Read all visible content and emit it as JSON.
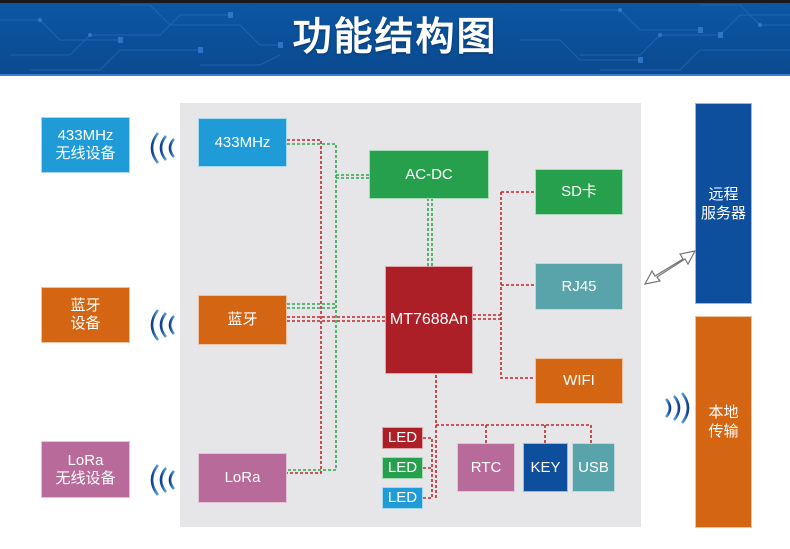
{
  "header": {
    "title": "功能结构图"
  },
  "external_devices": [
    {
      "id": "433",
      "line1": "433MHz",
      "line2": "无线设备",
      "color": "#1f9bd7"
    },
    {
      "id": "bt",
      "line1": "蓝牙",
      "line2": "设备",
      "color": "#d46513"
    },
    {
      "id": "lora",
      "line1": "LoRa",
      "line2": "无线设备",
      "color": "#b86a9a"
    }
  ],
  "modules": {
    "m433": "433MHz",
    "bluetooth": "蓝牙",
    "lora": "LoRa",
    "acdc": "AC-DC",
    "cpu": "MT7688An",
    "sd": "SD卡",
    "rj45": "RJ45",
    "wifi": "WIFI",
    "led_red": "LED",
    "led_green": "LED",
    "led_blue": "LED",
    "rtc": "RTC",
    "key": "KEY",
    "usb": "USB"
  },
  "endpoints": {
    "remote": {
      "line1": "远程",
      "line2": "服务器",
      "color": "#0d4f9c"
    },
    "local": {
      "line1": "本地",
      "line2": "传输",
      "color": "#d46513"
    }
  },
  "colors": {
    "banner": "#0d57a3",
    "panel": "#e6e6e8",
    "data_line": "#c0272d",
    "power_line": "#2ea64f",
    "signal_wave": "#1550a0"
  }
}
